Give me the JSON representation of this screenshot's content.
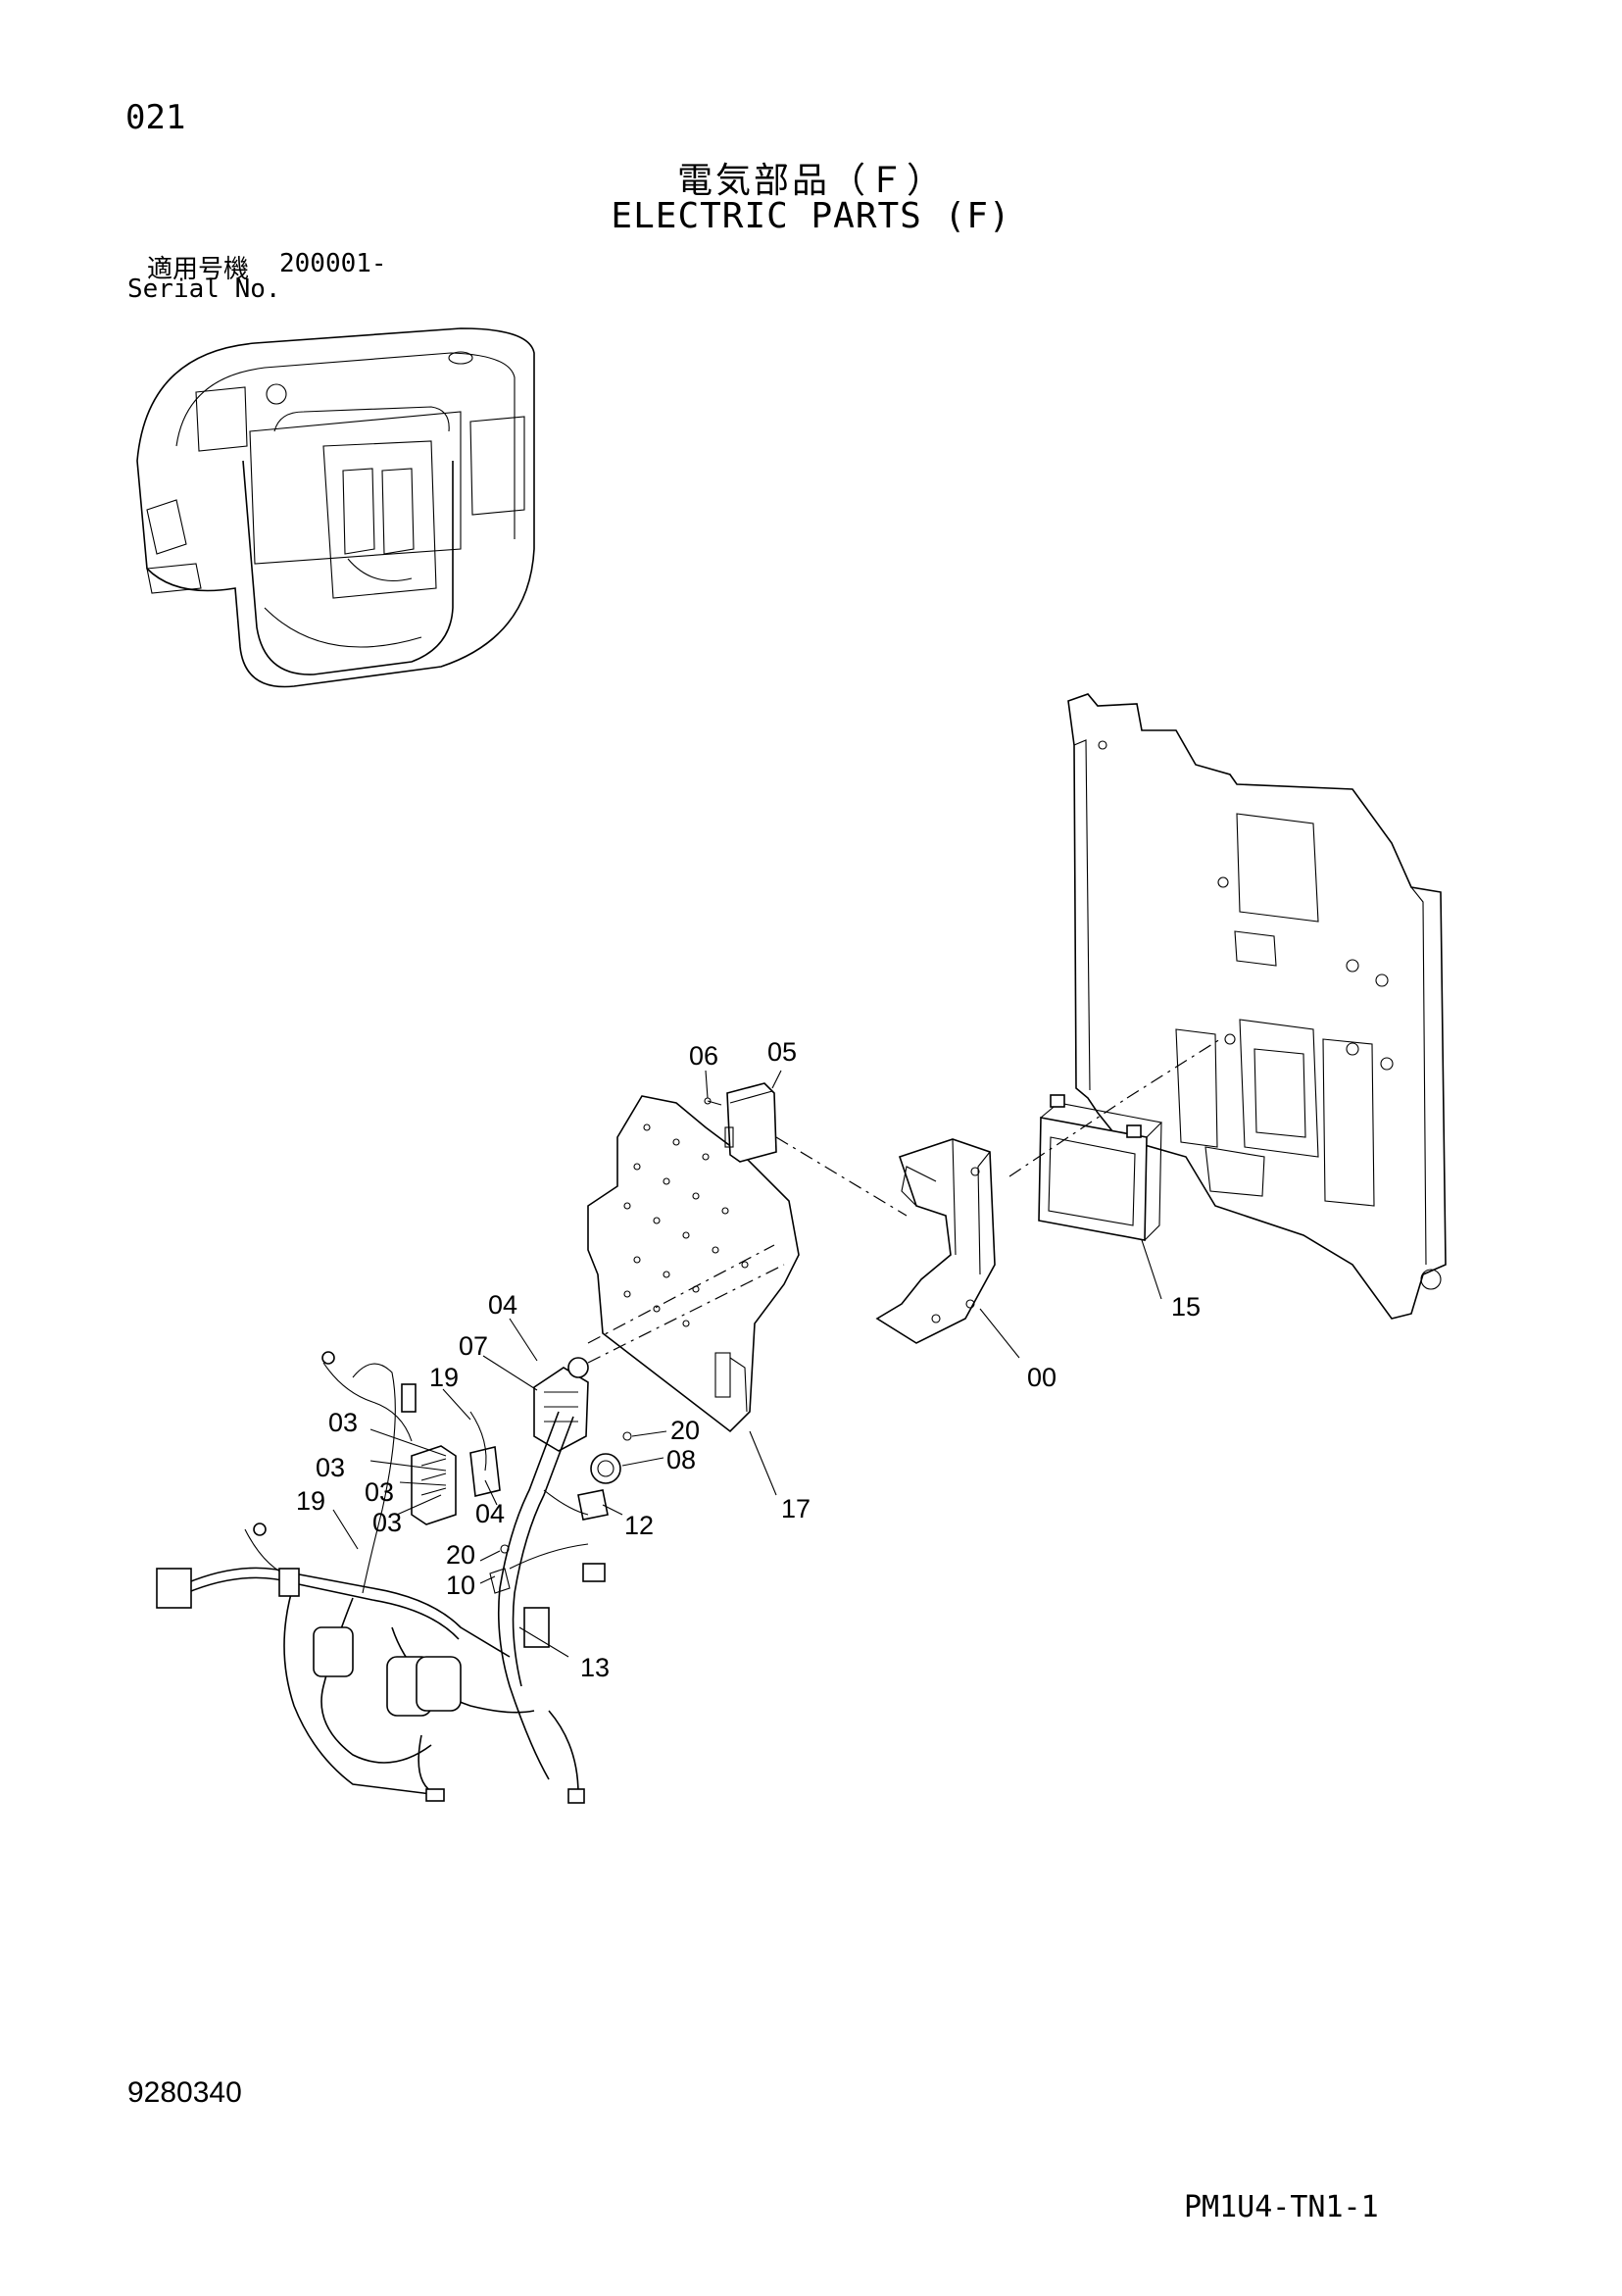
{
  "header": {
    "page_number": "021",
    "title_jp": "電気部品（Ｆ）",
    "title_en": "ELECTRIC PARTS (F)",
    "serial_label_jp": "適用号機",
    "serial_range": "200001-",
    "serial_label_en": "Serial No."
  },
  "callouts": {
    "c06": "06",
    "c05": "05",
    "c04a": "04",
    "c07": "07",
    "c19a": "19",
    "c03a": "03",
    "c03b": "03",
    "c03c": "03",
    "c03d": "03",
    "c19b": "19",
    "c04b": "04",
    "c20a": "20",
    "c10": "10",
    "c20b": "20",
    "c08": "08",
    "c12": "12",
    "c17": "17",
    "c13": "13",
    "c00": "00",
    "c15": "15"
  },
  "footer": {
    "drawing_number": "9280340",
    "page_code": "PM1U4-TN1-1"
  }
}
